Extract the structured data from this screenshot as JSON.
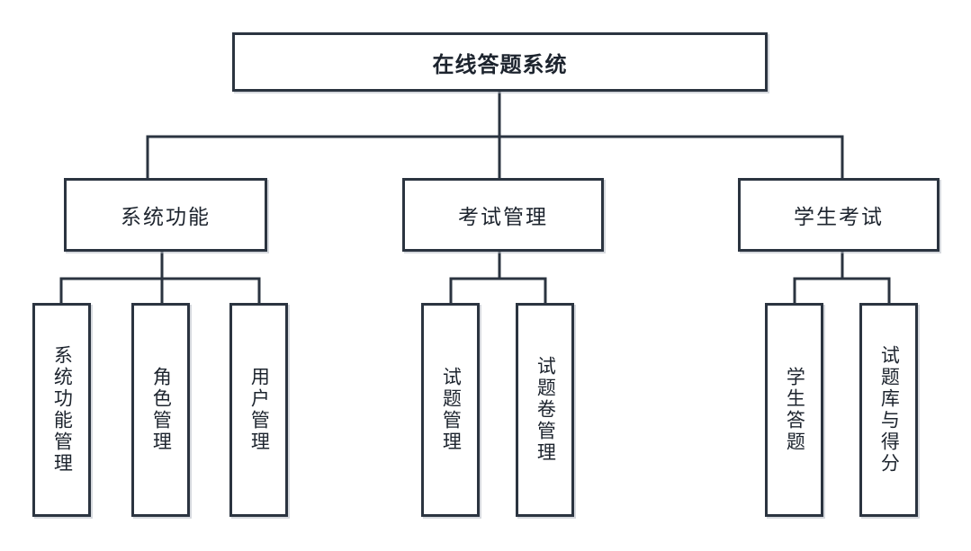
{
  "diagram": {
    "type": "organization-tree",
    "title": "在线答题系统",
    "stroke_color": "#2b3440",
    "background_color": "#ffffff",
    "text_color": "#1d242e",
    "root": {
      "label": "在线答题系统"
    },
    "branches": [
      {
        "label": "系统功能",
        "children": [
          {
            "label": "系统功能管理"
          },
          {
            "label": "角色管理"
          },
          {
            "label": "用户管理"
          }
        ]
      },
      {
        "label": "考试管理",
        "children": [
          {
            "label": "试题管理"
          },
          {
            "label": "试题卷管理"
          }
        ]
      },
      {
        "label": "学生考试",
        "children": [
          {
            "label": "学生答题"
          },
          {
            "label": "试题库与得分"
          }
        ]
      }
    ]
  }
}
